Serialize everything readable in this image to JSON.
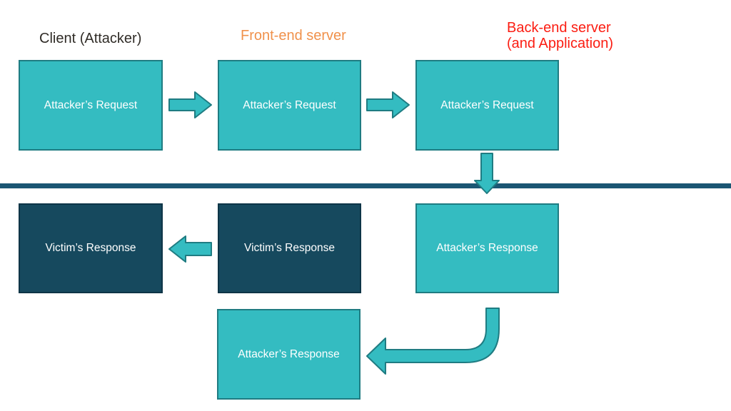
{
  "headers": [
    {
      "id": "client",
      "label": "Client (Attacker)",
      "color": "#302c27"
    },
    {
      "id": "frontend",
      "label": "Front-end server",
      "color": "#f0914b"
    },
    {
      "id": "backend",
      "label": "Back-end server\n(and Application)",
      "color": "#fb1d12"
    }
  ],
  "boxes": [
    {
      "id": "client-request",
      "label": "Attacker’s Request",
      "variant": "teal"
    },
    {
      "id": "frontend-request",
      "label": "Attacker’s Request",
      "variant": "teal"
    },
    {
      "id": "backend-request",
      "label": "Attacker’s Request",
      "variant": "teal"
    },
    {
      "id": "client-victim-response",
      "label": "Victim’s Response",
      "variant": "dark"
    },
    {
      "id": "frontend-victim-response",
      "label": "Victim’s Response",
      "variant": "dark"
    },
    {
      "id": "backend-attacker-response",
      "label": "Attacker’s Response",
      "variant": "teal"
    },
    {
      "id": "frontend-attacker-response",
      "label": "Attacker’s Response",
      "variant": "teal"
    }
  ],
  "arrows": [
    {
      "id": "request-client-to-frontend",
      "direction": "right"
    },
    {
      "id": "request-frontend-to-backend",
      "direction": "right"
    },
    {
      "id": "request-into-backend-queue",
      "direction": "down"
    },
    {
      "id": "response-frontend-to-client",
      "direction": "left"
    },
    {
      "id": "response-backend-to-frontend",
      "direction": "elbow-down-left"
    }
  ],
  "colors": {
    "box_teal": "#34bcc1",
    "box_teal_border": "#1f7c82",
    "box_dark": "#16495e",
    "box_dark_border": "#0e3547",
    "box_text": "#ffffff",
    "arrow_fill": "#34bcc1",
    "arrow_border": "#1f7c82",
    "divider": "#1b5673",
    "hdr_client_color": "#302c27",
    "hdr_frontend_color": "#f0914b",
    "hdr_backend_color": "#fb1d12"
  }
}
